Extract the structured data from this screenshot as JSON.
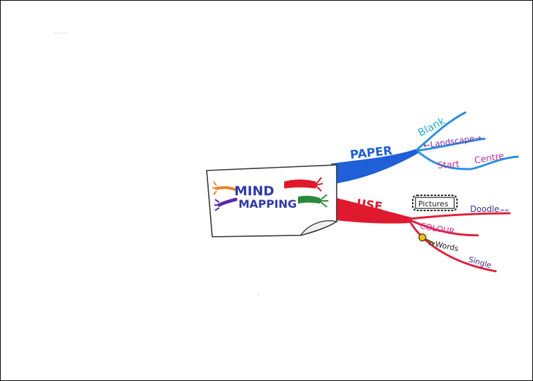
{
  "central": {
    "title_line1": "MIND",
    "title_line2": "MAPPING",
    "colors": {
      "red": "#e0192a",
      "green": "#2a8a3a",
      "purple": "#5b2aa8",
      "orange": "#f08020",
      "blue": "#1f4fd8"
    }
  },
  "branches": [
    {
      "label": "PAPER",
      "color": "#1f5fd8",
      "children": [
        {
          "label": "Blank",
          "color": "#2ab0c8"
        },
        {
          "label": "←Landscape→",
          "color": "#7a2aa8"
        },
        {
          "label": "Start",
          "color": "#c0309a"
        },
        {
          "label": "Centre",
          "color": "#c0309a"
        }
      ]
    },
    {
      "label": "USE",
      "color": "#e01a2e",
      "children": [
        {
          "label": "Pictures",
          "color": "#222222"
        },
        {
          "label": "Doodle",
          "color": "#4a2a88"
        },
        {
          "label": "COLOUR",
          "color": "#d02a90"
        },
        {
          "label": "Words",
          "color": "#222222"
        },
        {
          "label": "Single",
          "color": "#4a2a88"
        }
      ]
    }
  ]
}
